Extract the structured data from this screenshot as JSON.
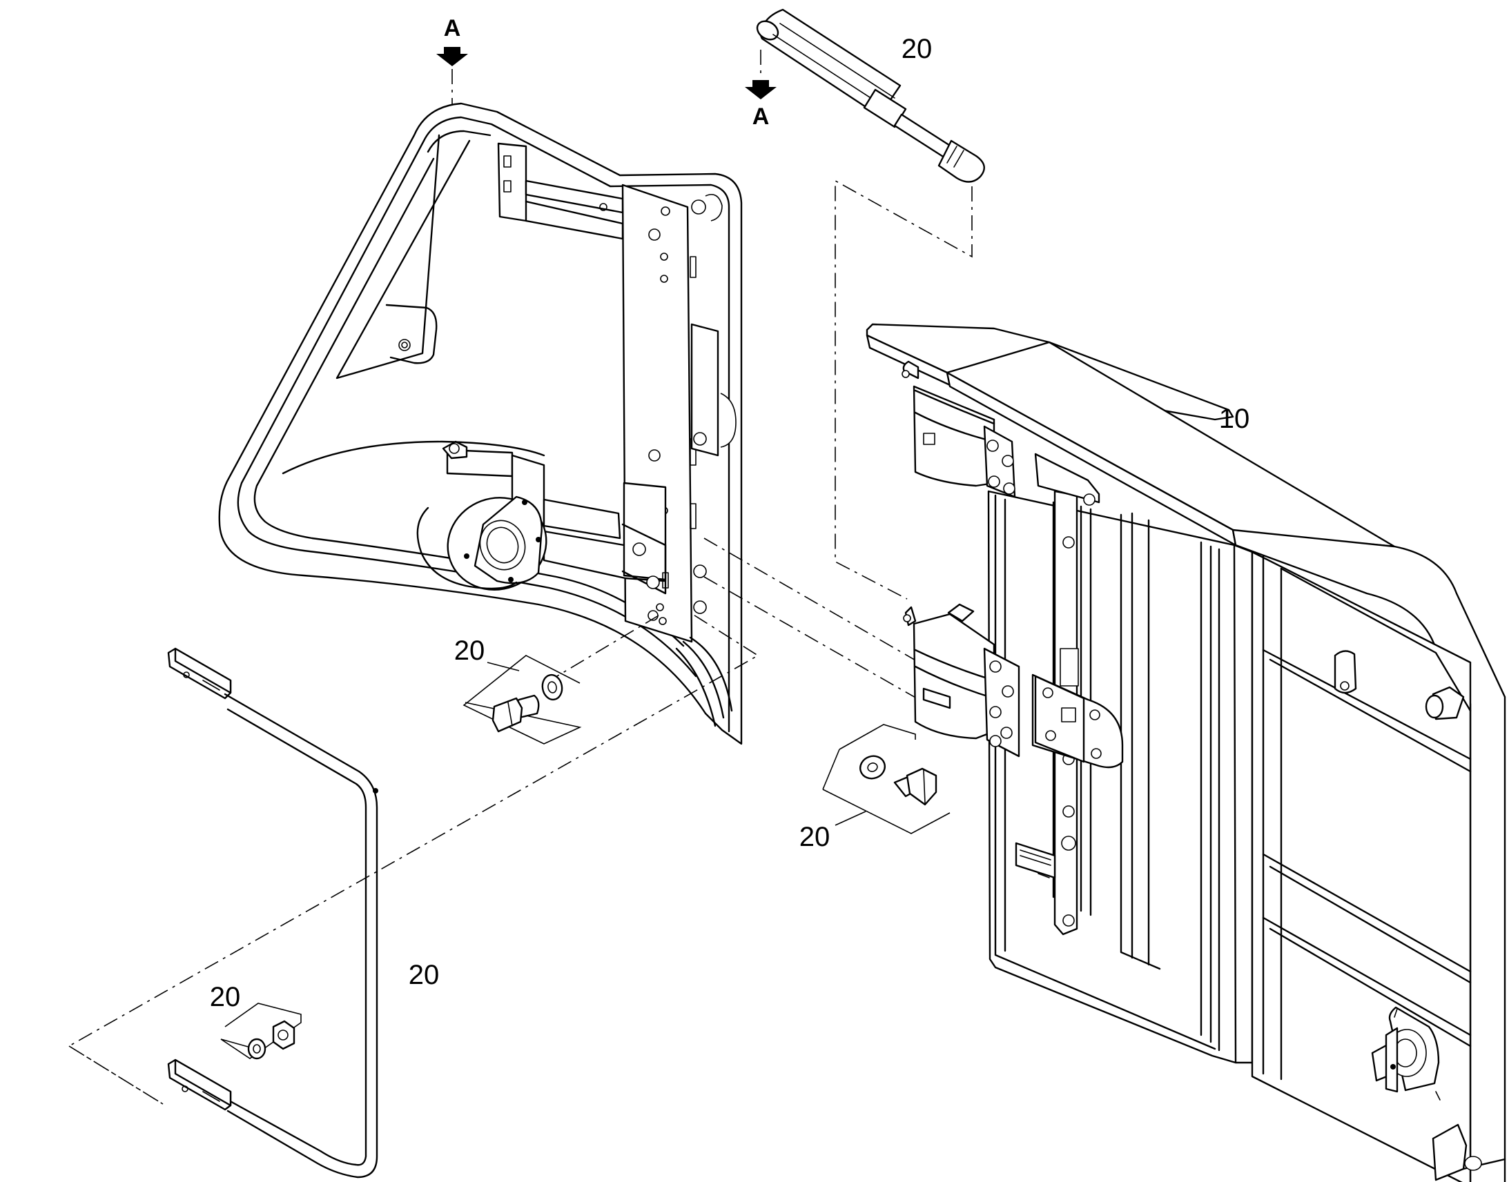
{
  "section_markers": {
    "top_left": "A",
    "top_right": "A"
  },
  "callouts": {
    "gas_strut": "20",
    "panel_right": "10",
    "bolt_washer_left": "20",
    "bolt_washer_right": "20",
    "bracket_rod": "20",
    "nut_washer": "20"
  },
  "colors": {
    "line": "#000000",
    "background": "#ffffff"
  }
}
